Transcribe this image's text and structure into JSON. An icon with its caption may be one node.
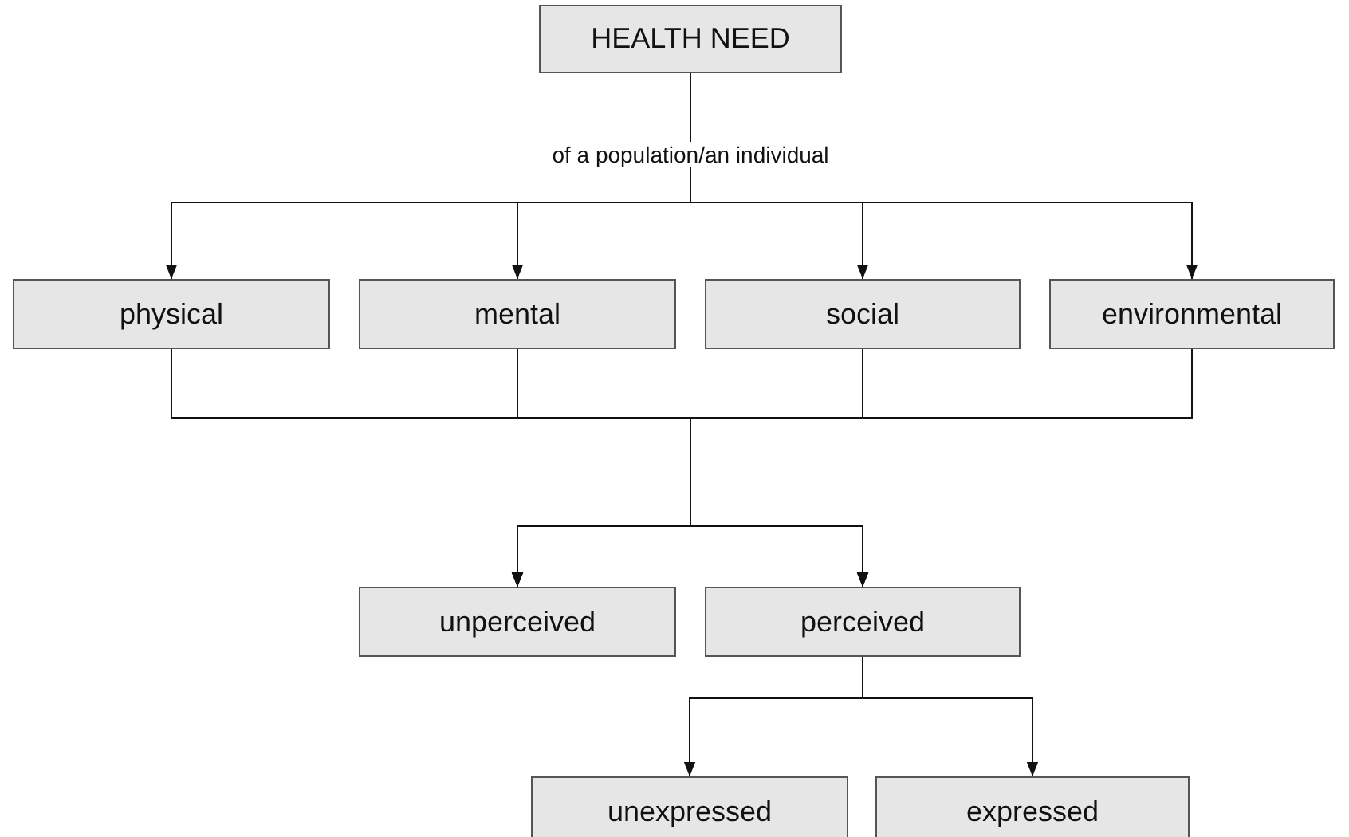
{
  "diagram": {
    "nodes": [
      {
        "text": [
          "HEALTH NEED"
        ],
        "beside": [
          "of a population/an individual"
        ]
      },
      {
        "text": [
          "physical"
        ]
      },
      {
        "text": [
          "mental"
        ]
      },
      {
        "text": [
          "social"
        ]
      },
      {
        "text": [
          "environmental"
        ]
      },
      {
        "text": [
          "unperceived"
        ]
      },
      {
        "text": [
          "perceived"
        ]
      },
      {
        "text": [
          "unexpressed"
        ]
      },
      {
        "text": [
          "expressed"
        ]
      }
    ],
    "edges": [
      {
        "from": 0,
        "to": 1,
        "arrow": "to"
      },
      {
        "from": 0,
        "to": 2,
        "arrow": "to"
      },
      {
        "from": 0,
        "to": 3,
        "arrow": "to"
      },
      {
        "from": 0,
        "to": 4,
        "arrow": "to"
      },
      {
        "from": 1,
        "to": 5,
        "arrow": "to"
      },
      {
        "from": 1,
        "to": 6,
        "arrow": "to"
      },
      {
        "from": 2,
        "to": 5,
        "arrow": "to"
      },
      {
        "from": 2,
        "to": 6,
        "arrow": "to"
      },
      {
        "from": 3,
        "to": 5,
        "arrow": "to"
      },
      {
        "from": 3,
        "to": 6,
        "arrow": "to"
      },
      {
        "from": 4,
        "to": 5,
        "arrow": "to"
      },
      {
        "from": 4,
        "to": 6,
        "arrow": "to"
      },
      {
        "from": 6,
        "to": 7,
        "arrow": "to"
      },
      {
        "from": 6,
        "to": 8,
        "arrow": "to"
      }
    ]
  }
}
